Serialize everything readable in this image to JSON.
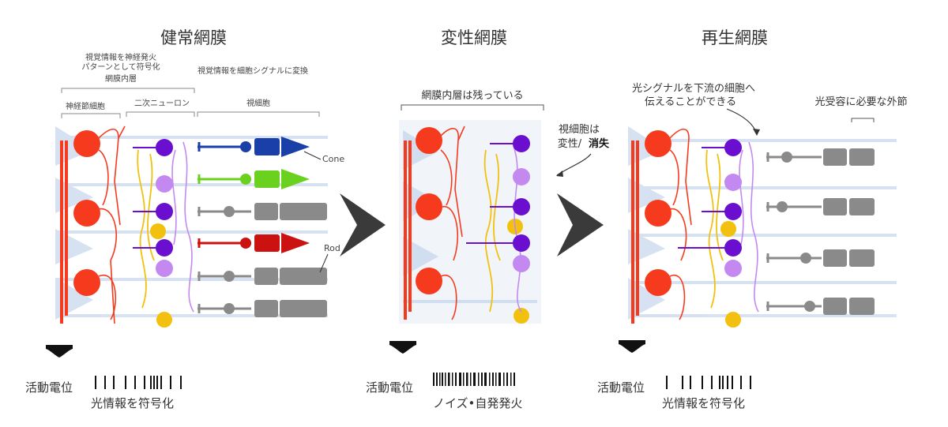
{
  "panels": [
    {
      "id": "healthy",
      "title": "健常網膜",
      "labels": {
        "inner_layer_line1": "視覚情報を神経発火",
        "inner_layer_line2": "パターンとして符号化",
        "inner_layer_line3": "網膜内層",
        "photo_transduce": "視覚情報を細胞シグナルに変換",
        "ganglion": "神経節細胞",
        "secondary": "二次ニューロン",
        "photoreceptor": "視細胞",
        "cone": "Cone",
        "rod": "Rod"
      },
      "footer": {
        "potential": "活動電位",
        "caption": "光情報を符号化"
      }
    },
    {
      "id": "degenerate",
      "title": "変性網膜",
      "labels": {
        "inner_remains": "網膜内層は残っている",
        "photo_line1": "視細胞は",
        "photo_line2a": "変性/",
        "photo_line2b": "消失"
      },
      "footer": {
        "potential": "活動電位",
        "caption": "ノイズ•自発発火"
      }
    },
    {
      "id": "regenerated",
      "title": "再生網膜",
      "labels": {
        "signal_line1": "光シグナルを下流の細胞へ",
        "signal_line2": "伝えることができる",
        "outer_segment": "光受容に必要な外節"
      },
      "footer": {
        "potential": "活動電位",
        "caption": "光情報を符号化"
      }
    }
  ],
  "colors": {
    "ganglion": "#f63a1e",
    "amacrine": "#6a0fd0",
    "bipolar": "#c389f1",
    "horizontal": "#f2c10f",
    "cone_blue": "#1a3fa8",
    "cone_green": "#6ad21e",
    "cone_red": "#cc1111",
    "rod": "#8a8a8a",
    "muller": "#c9d9ee",
    "arrow": "#3a3a3a"
  },
  "icons": [
    "down-arrow-icon",
    "chevron-right-icon",
    "spike-train-icon"
  ]
}
